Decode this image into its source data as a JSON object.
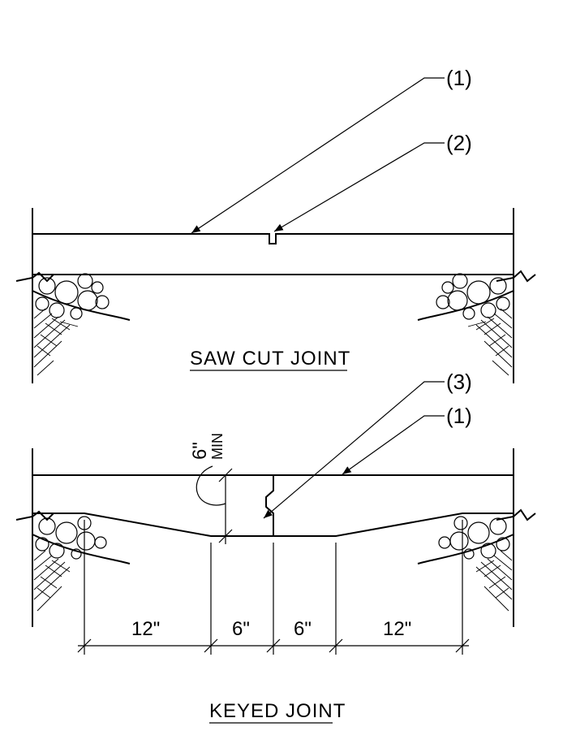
{
  "callouts": {
    "c1_top": "(1)",
    "c2": "(2)",
    "c3": "(3)",
    "c1_bottom": "(1)"
  },
  "titles": {
    "saw_cut": "SAW CUT JOINT",
    "keyed": "KEYED JOINT"
  },
  "dimensions": {
    "d1": "12\"",
    "d2": "6\"",
    "d3": "6\"",
    "d4": "12\"",
    "depth_value": "6\"",
    "depth_qualifier": "MIN"
  }
}
